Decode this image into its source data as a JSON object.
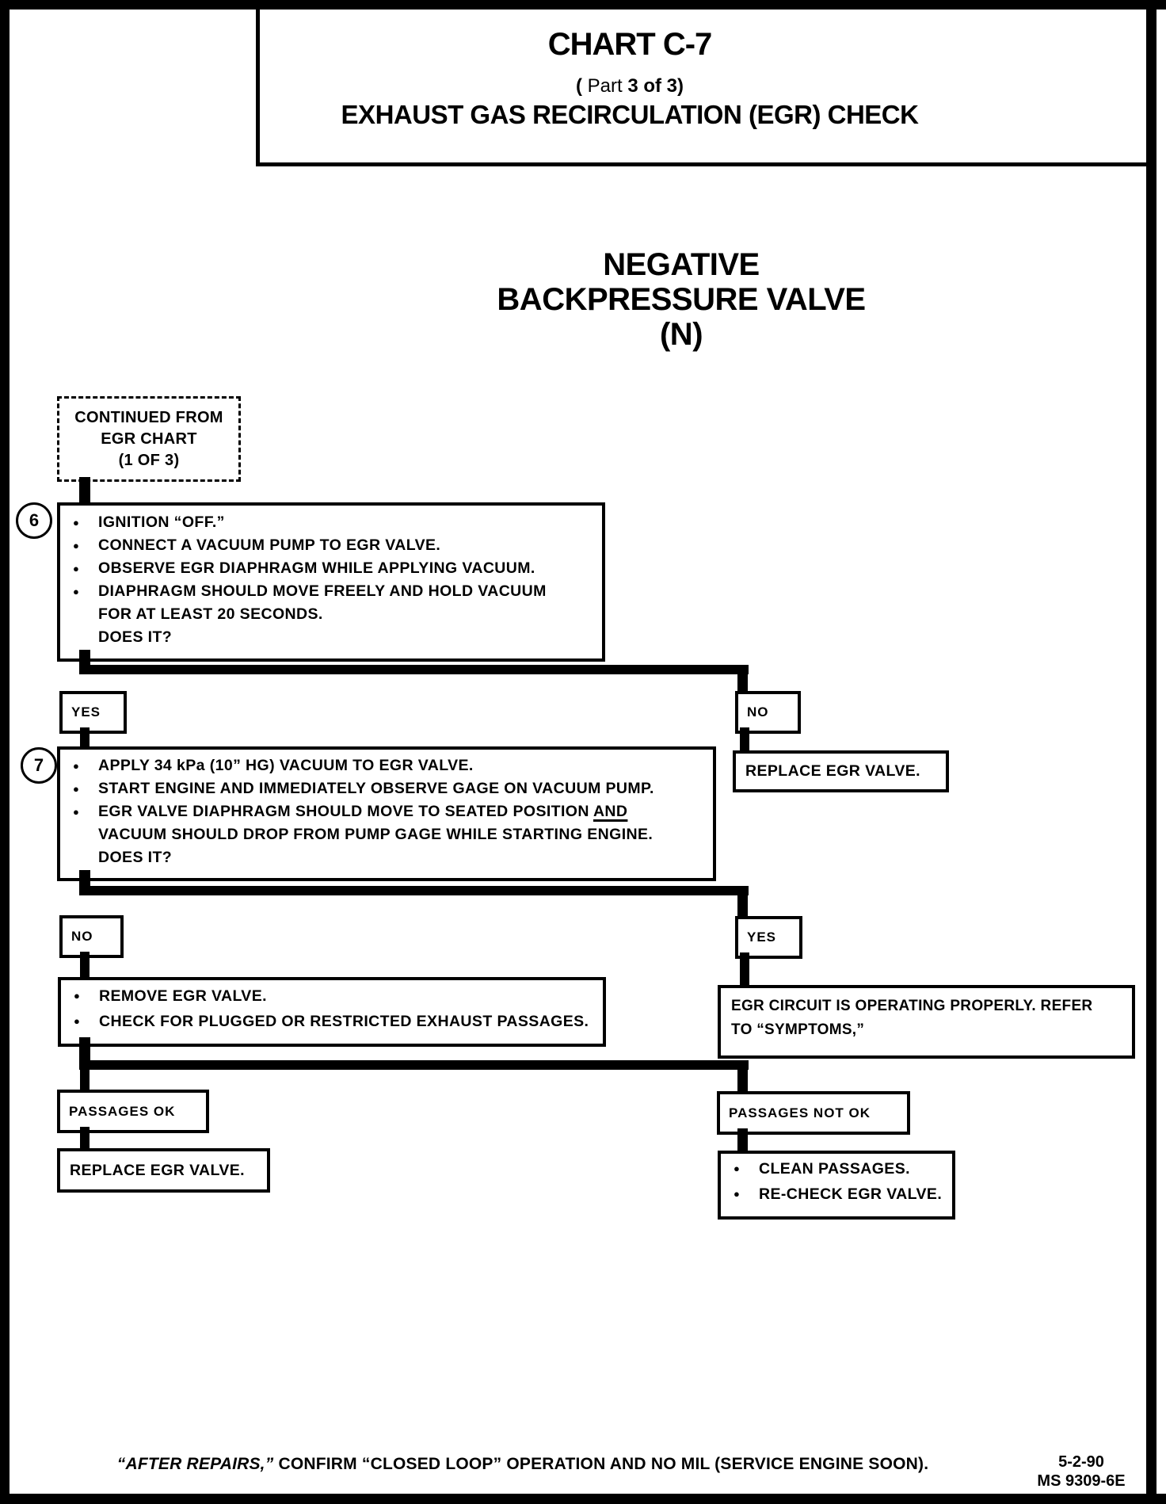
{
  "colors": {
    "ink": "#000000",
    "paper": "#ffffff"
  },
  "header": {
    "title": "CHART C-7",
    "part_open": "(",
    "part_word": "Part",
    "part_rest": "3 of 3)",
    "subtitle": "EXHAUST GAS RECIRCULATION (EGR) CHECK"
  },
  "heading": {
    "line1": "NEGATIVE",
    "line2": "BACKPRESSURE VALVE",
    "line3": "(N)"
  },
  "start": {
    "line1": "CONTINUED FROM",
    "line2": "EGR CHART",
    "line3": "(1 OF 3)"
  },
  "step6": {
    "number": "6",
    "lines": [
      {
        "text": "IGNITION “OFF.”"
      },
      {
        "text": "CONNECT A VACUUM PUMP TO EGR VALVE."
      },
      {
        "text": "OBSERVE EGR DIAPHRAGM WHILE APPLYING VACUUM."
      },
      {
        "text": "DIAPHRAGM SHOULD MOVE FREELY AND HOLD VACUUM"
      },
      {
        "text": "FOR AT LEAST 20 SECONDS."
      },
      {
        "text": "DOES IT?"
      }
    ]
  },
  "branch6": {
    "yes": "YES",
    "no": "NO"
  },
  "replace_right": {
    "text": "REPLACE EGR VALVE."
  },
  "step7": {
    "number": "7",
    "lines": [
      {
        "text": "APPLY 34 kPa (10” HG) VACUUM TO EGR VALVE."
      },
      {
        "text": "START ENGINE AND IMMEDIATELY OBSERVE GAGE ON VACUUM PUMP."
      },
      {
        "text": "EGR VALVE DIAPHRAGM SHOULD MOVE TO SEATED POSITION ",
        "underline": "AND"
      },
      {
        "text": "VACUUM SHOULD DROP FROM PUMP GAGE WHILE STARTING ENGINE."
      },
      {
        "text": "DOES IT?"
      }
    ]
  },
  "branch7": {
    "no": "NO",
    "yes": "YES"
  },
  "remove_box": {
    "lines": [
      {
        "text": "REMOVE EGR VALVE."
      },
      {
        "text": "CHECK FOR PLUGGED OR RESTRICTED EXHAUST PASSAGES."
      }
    ]
  },
  "egr_ok_box": {
    "line1": "EGR CIRCUIT IS OPERATING PROPERLY.  REFER",
    "line2": "TO “SYMPTOMS,”"
  },
  "passages": {
    "ok": "PASSAGES OK",
    "not_ok": "PASSAGES NOT OK"
  },
  "replace_left": {
    "text": "REPLACE EGR VALVE."
  },
  "clean_box": {
    "lines": [
      {
        "text": "CLEAN PASSAGES."
      },
      {
        "text": "RE-CHECK EGR VALVE."
      }
    ]
  },
  "footer": {
    "note_italic": "“AFTER REPAIRS,”",
    "note_rest": " CONFIRM “CLOSED LOOP” OPERATION AND NO MIL (SERVICE ENGINE SOON).",
    "date": "5-2-90",
    "doc": "MS 9309-6E"
  }
}
